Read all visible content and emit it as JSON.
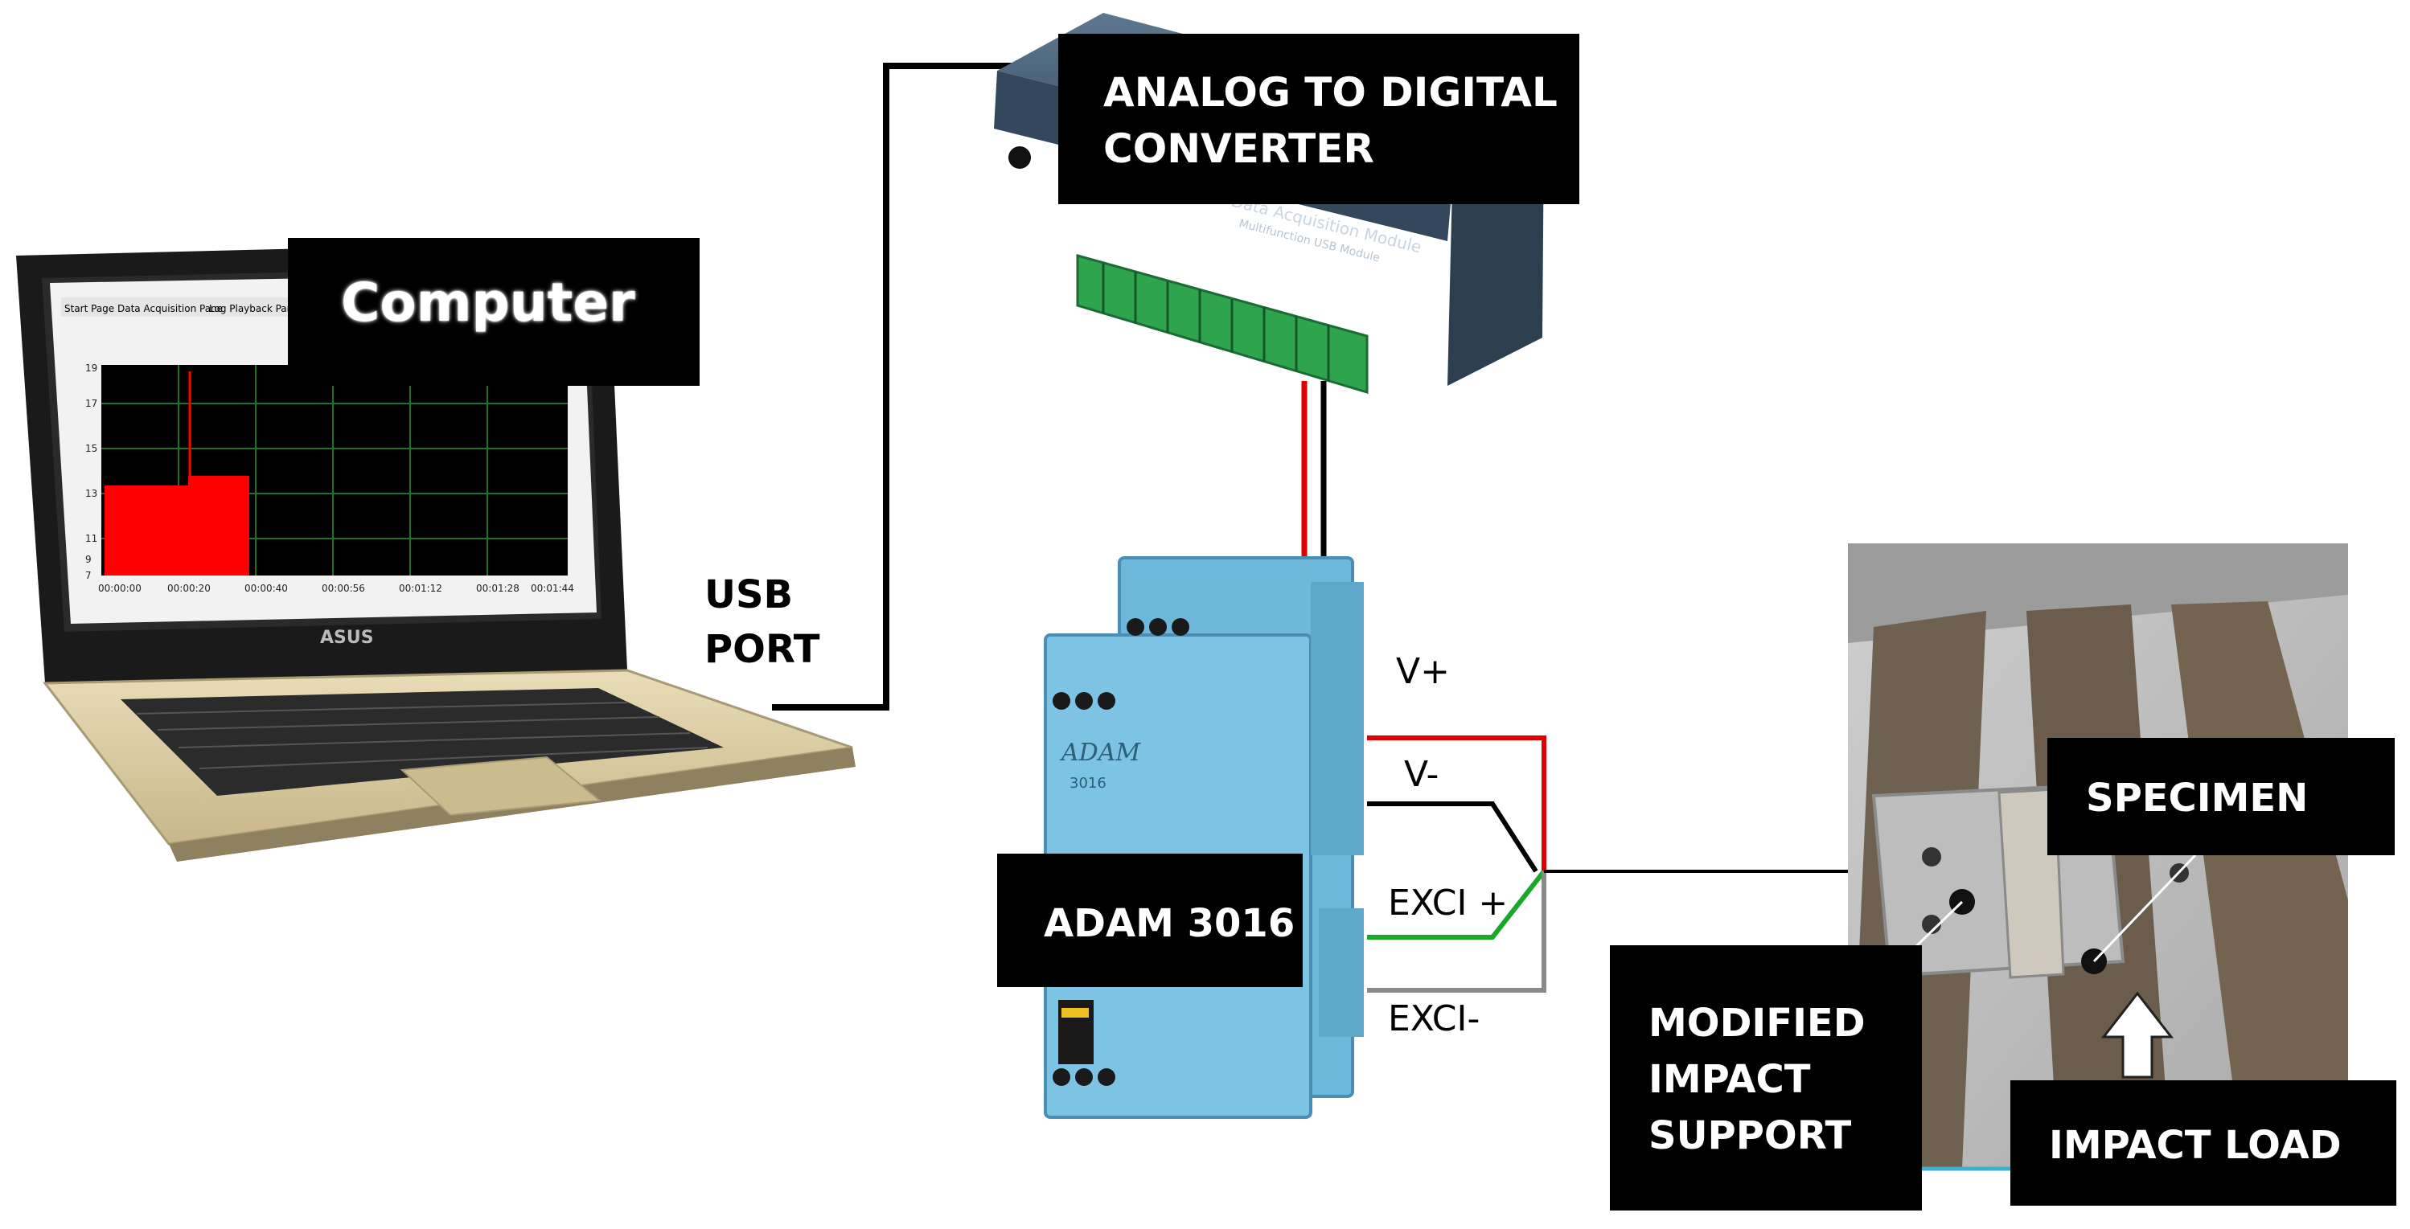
{
  "labels": {
    "computer": "Computer",
    "adc": [
      "ANALOG TO DIGITAL",
      "CONVERTER"
    ],
    "usb": [
      "USB",
      "PORT"
    ],
    "adam": "ADAM 3016",
    "specimen": "SPECIMEN",
    "support": [
      "MODIFIED",
      "IMPACT",
      "SUPPORT"
    ],
    "impact": "IMPACT LOAD"
  },
  "wires": {
    "v_plus": "V+",
    "v_minus": "V-",
    "exci_plus": "EXCI +",
    "exci_minus": "EXCI-"
  },
  "laptop": {
    "brand": "ASUS",
    "tabs": [
      "Start Page",
      "Data Acquisition Pane",
      "Log Playback Pane"
    ],
    "y_ticks": [
      "19",
      "17",
      "15",
      "13",
      "11",
      "9",
      "7"
    ],
    "x_ticks": [
      "00:00:00",
      "00:00:20",
      "00:00:40",
      "00:00:56",
      "00:01:12",
      "00:01:28",
      "00:01:44"
    ]
  },
  "adc_device": {
    "title": "Data Acquisition Module",
    "subtitle": "Multifunction USB Module"
  },
  "adam_device": {
    "brand": "ADAM",
    "model": "3016"
  },
  "colors": {
    "wire_red": "#e00000",
    "wire_black": "#000000",
    "wire_green": "#1aa82a",
    "wire_gray": "#8a8a8a",
    "module_blue": "#6eb8dc",
    "adc_body": "#405a70",
    "terminal_green": "#2ea44f",
    "laptop_body": "#d8c9a3",
    "plot_bar": "#ff0000"
  }
}
